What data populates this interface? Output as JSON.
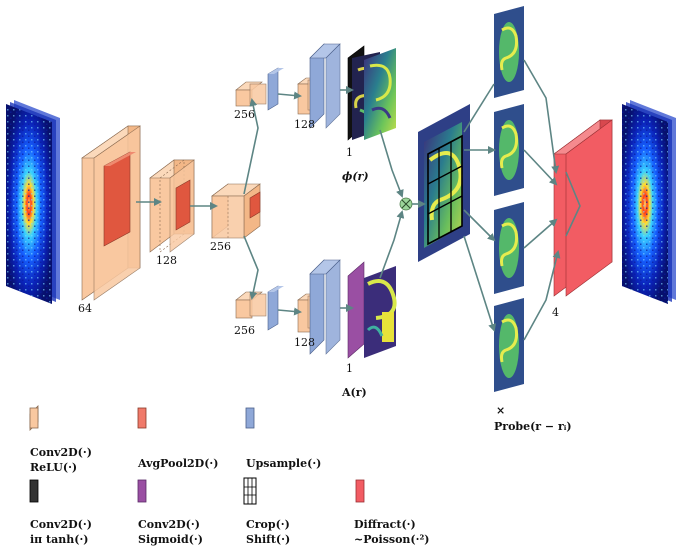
{
  "colors": {
    "conv_relu": "#f9c8a0",
    "avgpool": "#f07a6a",
    "upsample": "#8fa8d8",
    "conv_tanh": "#333333",
    "conv_sigmoid": "#9a4fa3",
    "diffract": "#f25c63",
    "arrow": "#5d8584",
    "multiply": "#9bd49a"
  },
  "icons": {
    "multiply": "circled-times-icon",
    "crop_shift": "grid-crop-icon"
  },
  "labels": {
    "l64": "64",
    "l128": "128",
    "l256_center": "256",
    "l256_top": "256",
    "l128_top": "128",
    "l1_top": "1",
    "phi": "ϕ(r)",
    "l256_bot": "256",
    "l128_bot": "128",
    "l1_bot": "1",
    "amp": "A(r)",
    "l4": "4",
    "times": "×",
    "probe": "Probe(r − rᵢ)"
  },
  "legend": [
    {
      "line1": "Conv2D(·)",
      "line2": "ReLU(·)"
    },
    {
      "line1": "AvgPool2D(·)",
      "line2": ""
    },
    {
      "line1": "Upsample(·)",
      "line2": ""
    },
    {
      "line1": "Conv2D(·)",
      "line2": "iπ tanh(·)"
    },
    {
      "line1": "Conv2D(·)",
      "line2": "Sigmoid(·)"
    },
    {
      "line1": "Crop(·)",
      "line2": "Shift(·)"
    },
    {
      "line1": "Diffract(·)",
      "line2": "~Poisson(·²)"
    }
  ]
}
